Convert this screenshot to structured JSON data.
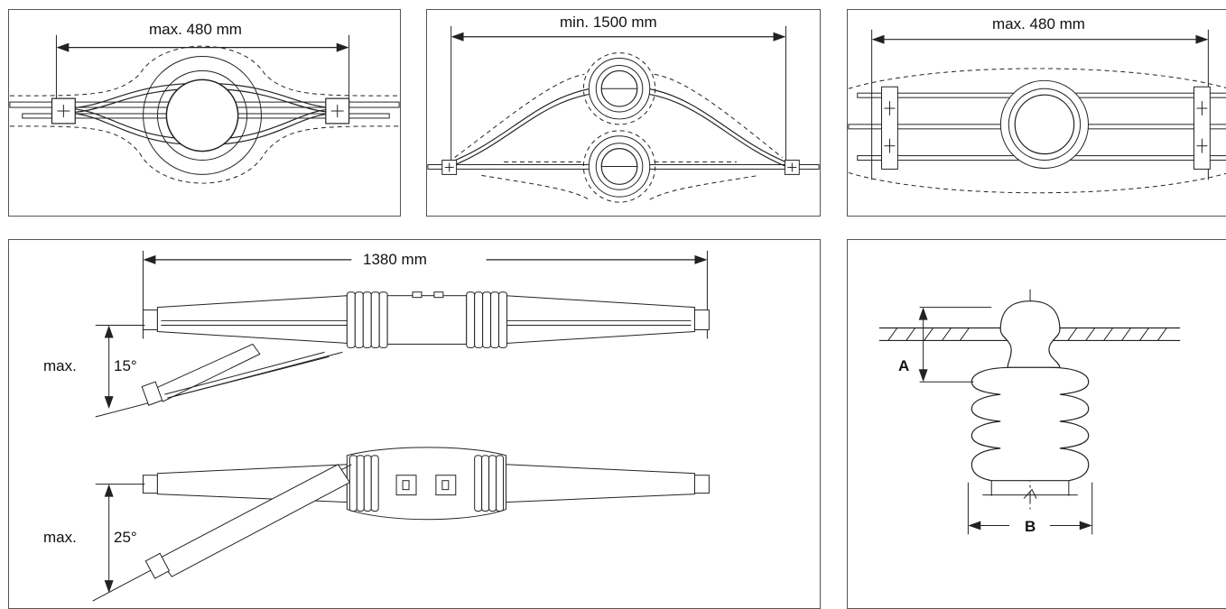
{
  "panels": {
    "cable_spread_splice": {
      "dimension_label": "max. 480 mm"
    },
    "double_bend_splice": {
      "dimension_label": "min. 1500 mm"
    },
    "three_cable_splice": {
      "dimension_label": "max. 480 mm"
    },
    "joint_bending": {
      "length_label": "1380 mm",
      "angle_1_prefix": "max.",
      "angle_1_value": "15°",
      "angle_2_prefix": "max.",
      "angle_2_value": "25°"
    },
    "bushing_dimensions": {
      "dim_a_label": "A",
      "dim_b_label": "B"
    }
  }
}
